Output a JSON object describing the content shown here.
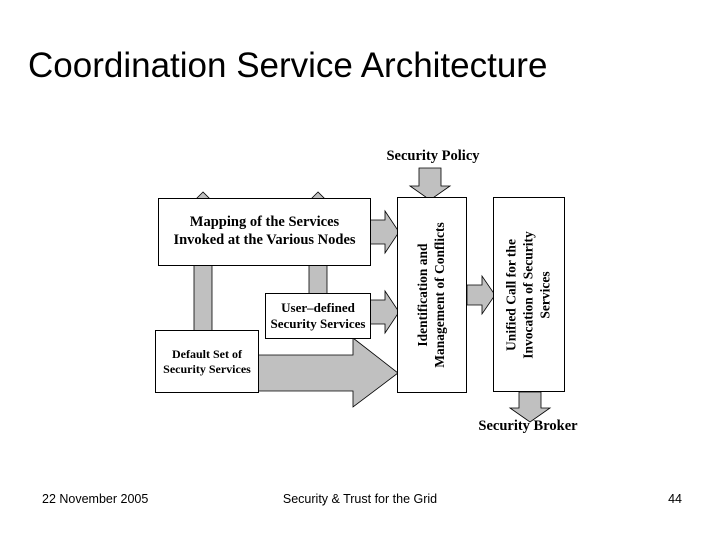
{
  "slide": {
    "title": "Coordination Service Architecture",
    "background_color": "#ffffff",
    "text_color": "#000000"
  },
  "diagram": {
    "arrow_fill_color": "#c0c0c0",
    "arrow_stroke_color": "#000000",
    "box_stroke_color": "#000000",
    "box_fill_color": "#ffffff",
    "labels": {
      "security_policy": "Security Policy",
      "security_broker": "Security Broker"
    },
    "boxes": {
      "mapping": {
        "line1": "Mapping of the Services",
        "line2": "Invoked at the Various Nodes"
      },
      "user_defined": {
        "line1": "User–defined",
        "line2": "Security Services"
      },
      "default_set": {
        "line1": "Default Set of",
        "line2": "Security Services"
      },
      "identification": {
        "line1": "Identification and",
        "line2": "Management of Conflicts"
      },
      "unified_call": {
        "line1": "Unified Call for the",
        "line2": "Invocation of Security",
        "line3": "Services"
      }
    },
    "arrows": [
      {
        "name": "security-policy-to-identification",
        "direction": "down"
      },
      {
        "name": "mapping-to-identification",
        "direction": "right"
      },
      {
        "name": "user-defined-to-identification",
        "direction": "right"
      },
      {
        "name": "default-set-to-identification",
        "direction": "right"
      },
      {
        "name": "default-set-to-mapping",
        "direction": "up"
      },
      {
        "name": "user-defined-to-mapping",
        "direction": "up"
      },
      {
        "name": "identification-to-unified-call",
        "direction": "right"
      },
      {
        "name": "unified-call-to-security-broker",
        "direction": "down"
      }
    ]
  },
  "footer": {
    "date": "22 November 2005",
    "center": "Security & Trust for the Grid",
    "page_number": "44"
  }
}
